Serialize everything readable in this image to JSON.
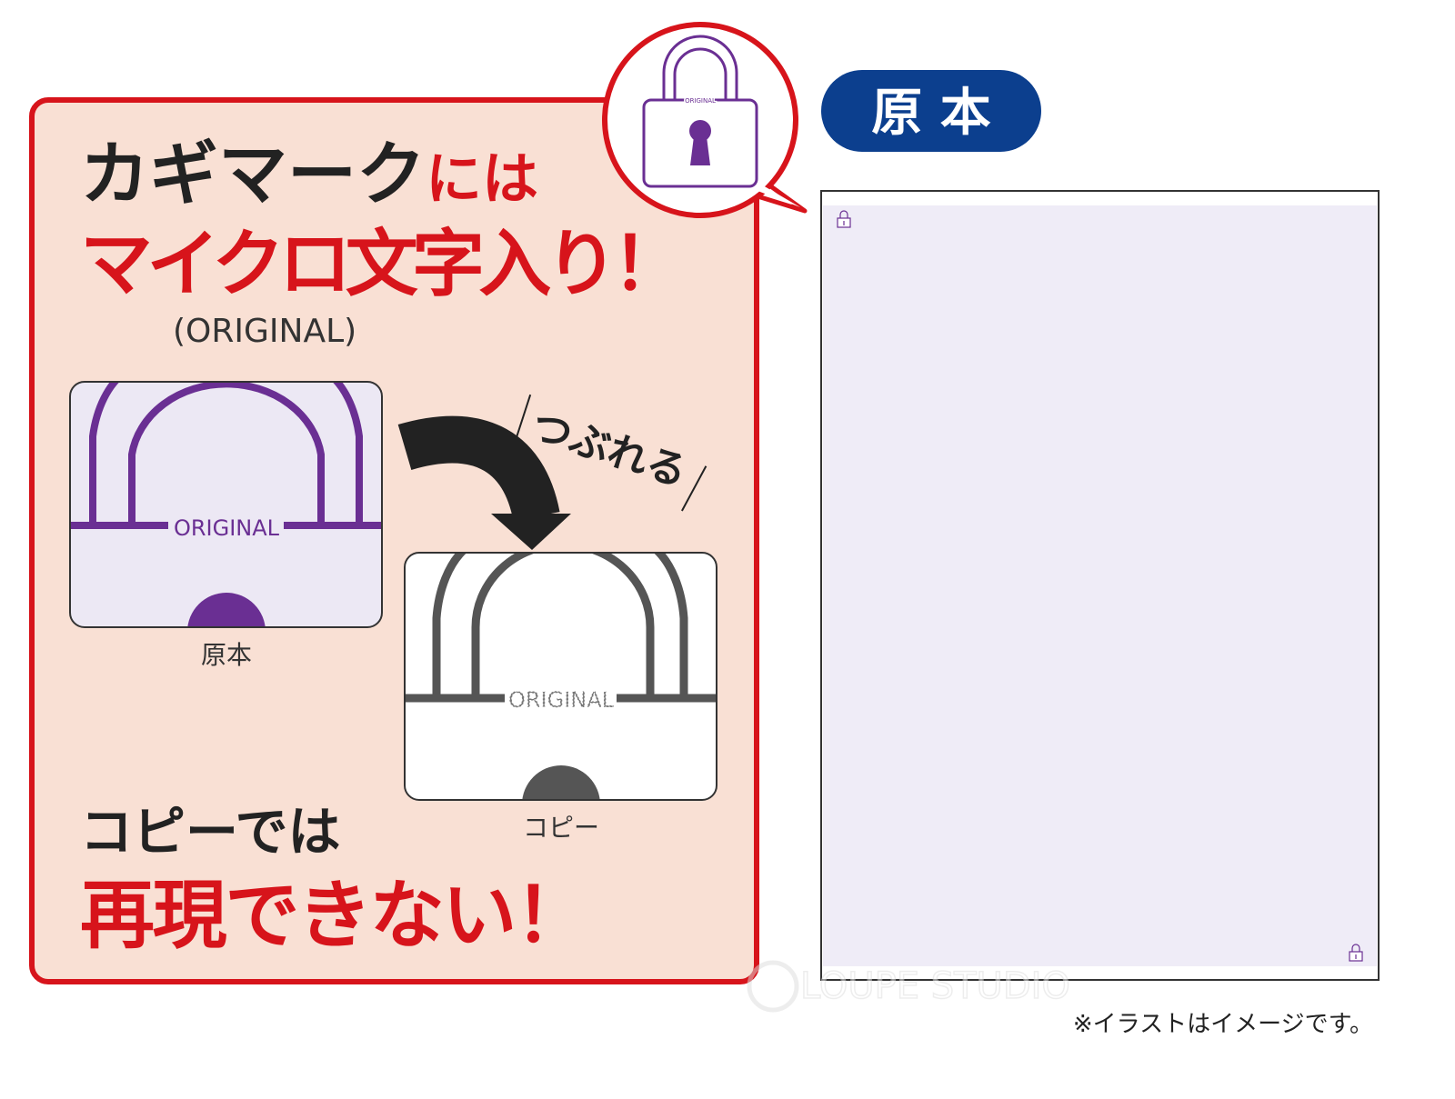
{
  "headline": {
    "line1_black": "カギマーク",
    "line1_red": "には",
    "line2_red": "マイクロ文字入り！",
    "line3": "(ORIGINAL)"
  },
  "lock_microtext": "ORIGINAL",
  "original_card": {
    "microtext": "ORIGINAL",
    "caption": "原本"
  },
  "arrow_label": "つぶれる",
  "copy_card": {
    "microtext": "ORIGINAL",
    "caption": "コピー"
  },
  "bottom": {
    "line1_black": "コピーでは",
    "line2_red": "再現できない！"
  },
  "badge": "原 本",
  "note": "※イラストはイメージです。",
  "watermark": "LOUPE STUDIO",
  "colors": {
    "red": "#d7141b",
    "panel": "#f9e0d4",
    "purple": "#6a2f93",
    "navy": "#0c3f8e",
    "paper": "#efecf7",
    "gray": "#555555"
  }
}
